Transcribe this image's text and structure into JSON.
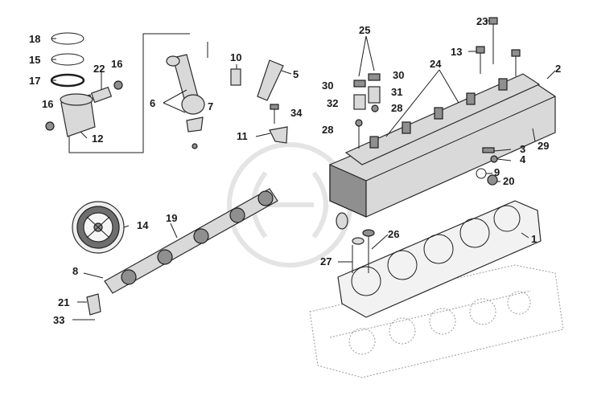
{
  "diagram": {
    "callouts": [
      {
        "id": "c18",
        "label": "18"
      },
      {
        "id": "c15",
        "label": "15"
      },
      {
        "id": "c17",
        "label": "17"
      },
      {
        "id": "c22",
        "label": "22"
      },
      {
        "id": "c16a",
        "label": "16"
      },
      {
        "id": "c16b",
        "label": "16"
      },
      {
        "id": "c12",
        "label": "12"
      },
      {
        "id": "c6",
        "label": "6"
      },
      {
        "id": "c7",
        "label": "7"
      },
      {
        "id": "c10",
        "label": "10"
      },
      {
        "id": "c5",
        "label": "5"
      },
      {
        "id": "c34",
        "label": "34"
      },
      {
        "id": "c11",
        "label": "11"
      },
      {
        "id": "c25",
        "label": "25"
      },
      {
        "id": "c30a",
        "label": "30"
      },
      {
        "id": "c30b",
        "label": "30"
      },
      {
        "id": "c31",
        "label": "31"
      },
      {
        "id": "c32",
        "label": "32"
      },
      {
        "id": "c28a",
        "label": "28"
      },
      {
        "id": "c28b",
        "label": "28"
      },
      {
        "id": "c24",
        "label": "24"
      },
      {
        "id": "c23",
        "label": "23"
      },
      {
        "id": "c13",
        "label": "13"
      },
      {
        "id": "c2",
        "label": "2"
      },
      {
        "id": "c29",
        "label": "29"
      },
      {
        "id": "c3",
        "label": "3"
      },
      {
        "id": "c4",
        "label": "4"
      },
      {
        "id": "c9",
        "label": "9"
      },
      {
        "id": "c20",
        "label": "20"
      },
      {
        "id": "c14",
        "label": "14"
      },
      {
        "id": "c19",
        "label": "19"
      },
      {
        "id": "c1",
        "label": "1"
      },
      {
        "id": "c26",
        "label": "26"
      },
      {
        "id": "c27",
        "label": "27"
      },
      {
        "id": "c8",
        "label": "8"
      },
      {
        "id": "c21",
        "label": "21"
      },
      {
        "id": "c33",
        "label": "33"
      }
    ]
  }
}
